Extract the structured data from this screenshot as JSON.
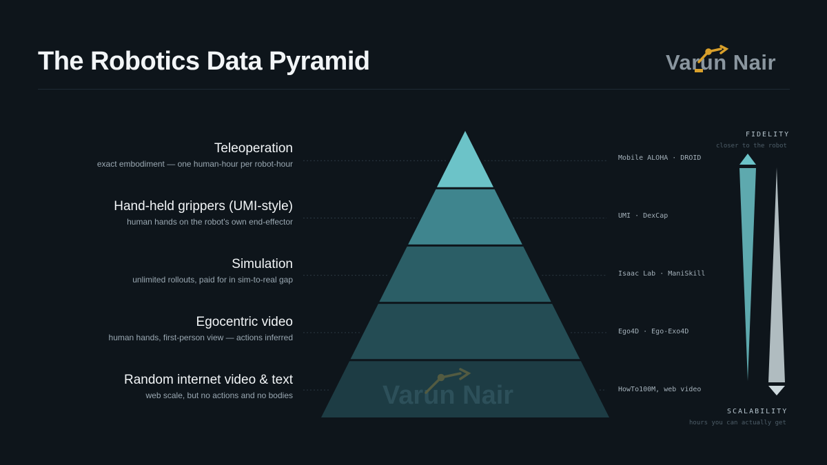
{
  "header": {
    "title": "The Robotics Data Pyramid",
    "logo_text": "Varun Nair"
  },
  "pyramid": {
    "levels": [
      {
        "name": "Teleoperation",
        "description": "exact embodiment — one human-hour per robot-hour",
        "examples": "Mobile ALOHA · DROID",
        "color": "#6cc3c8"
      },
      {
        "name": "Hand-held grippers (UMI-style)",
        "description": "human hands on the robot's own end-effector",
        "examples": "UMI · DexCap",
        "color": "#3f858e"
      },
      {
        "name": "Simulation",
        "description": "unlimited rollouts, paid for in sim-to-real gap",
        "examples": "Isaac Lab · ManiSkill",
        "color": "#2b5e66"
      },
      {
        "name": "Egocentric video",
        "description": "human hands, first-person view — actions inferred",
        "examples": "Ego4D · Ego-Exo4D",
        "color": "#244c54"
      },
      {
        "name": "Random internet video & text",
        "description": "web scale, but no actions and no bodies",
        "examples": "HowTo100M, web video",
        "color": "#1d3c44"
      }
    ],
    "watermark_text": "Varun Nair"
  },
  "axes": {
    "fidelity": {
      "label": "FIDELITY",
      "sublabel": "closer to the robot",
      "color": "#6cc3c8"
    },
    "scalability": {
      "label": "SCALABILITY",
      "sublabel": "hours you can actually get",
      "color": "#cdd9dd"
    }
  }
}
